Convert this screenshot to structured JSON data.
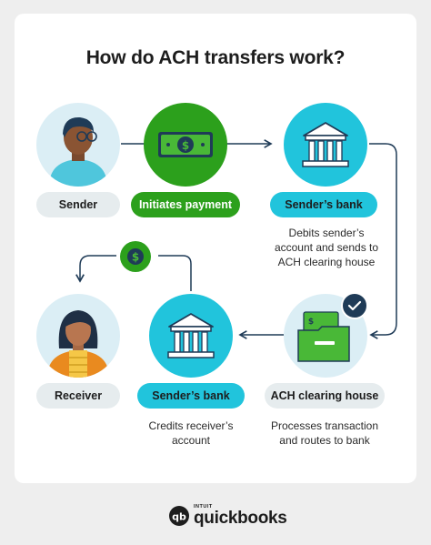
{
  "title": "How do ACH transfers work?",
  "steps": {
    "sender": {
      "label": "Sender",
      "icon": "sender-person-icon"
    },
    "initiates": {
      "label": "Initiates payment",
      "icon": "dollar-bill-icon"
    },
    "senders_bank": {
      "label": "Sender’s bank",
      "icon": "bank-icon",
      "description": [
        "Debits sender’s",
        "account and sends to",
        "ACH clearing house"
      ]
    },
    "ach_house": {
      "label": "ACH clearing house",
      "icon": "folder-check-icon",
      "description": [
        "Processes transaction",
        "and routes to bank"
      ]
    },
    "receivers_bank": {
      "label": "Sender’s bank",
      "icon": "bank-icon",
      "description": [
        "Credits receiver’s",
        "account"
      ]
    },
    "receiver": {
      "label": "Receiver",
      "icon": "receiver-person-icon"
    }
  },
  "logo": {
    "intuit": "INTUIT",
    "brand": "quickbooks"
  },
  "colors": {
    "teal": "#21c4dc",
    "green": "#2ca01c",
    "navy": "#1f3b57",
    "light_blue": "#dbeef5",
    "pill_grey": "#e6ecee"
  }
}
